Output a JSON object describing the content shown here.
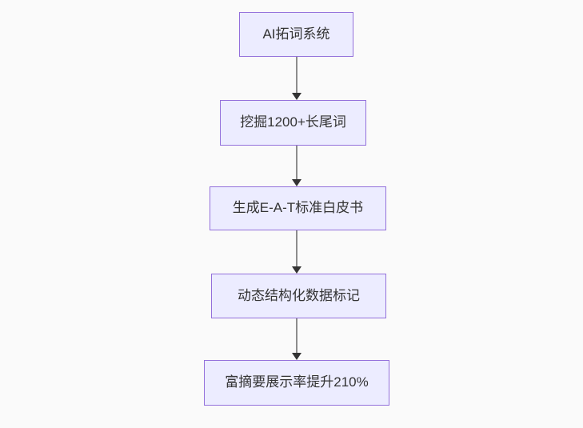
{
  "flowchart": {
    "direction": "top-down",
    "nodes": [
      {
        "label": "AI拓词系统"
      },
      {
        "label": "挖掘1200+长尾词"
      },
      {
        "label": "生成E-A-T标准白皮书"
      },
      {
        "label": "动态结构化数据标记"
      },
      {
        "label": "富摘要展示率提升210%"
      }
    ],
    "edges": [
      {
        "from": 0,
        "to": 1
      },
      {
        "from": 1,
        "to": 2
      },
      {
        "from": 2,
        "to": 3
      },
      {
        "from": 3,
        "to": 4
      }
    ],
    "colors": {
      "background": "#fafafa",
      "node_fill": "#ECECFF",
      "node_border": "#9370DB",
      "node_text": "#333333",
      "edge_line": "#8c8c8c",
      "arrow_head": "#333333"
    }
  }
}
